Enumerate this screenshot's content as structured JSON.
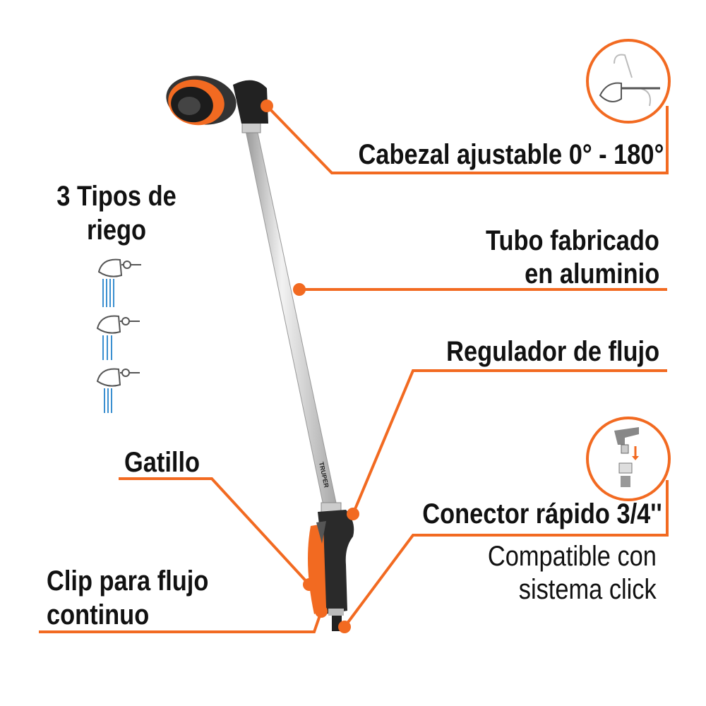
{
  "colors": {
    "accent": "#f26a21",
    "text": "#111111",
    "tube": "#c8c8c8",
    "body": "#2a2a2a"
  },
  "brand": "TRUPER",
  "features": {
    "head": "Cabezal ajustable 0° - 180°",
    "tube_line1": "Tubo fabricado",
    "tube_line2": "en aluminio",
    "regulator": "Regulador de flujo",
    "connector": "Conector rápido 3/4''",
    "connector_sub1": "Compatible con",
    "connector_sub2": "sistema click",
    "trigger": "Gatillo",
    "clip_line1": "Clip para flujo",
    "clip_line2": "continuo",
    "spray_line1": "3 Tipos de",
    "spray_line2": "riego"
  },
  "icons": [
    "adjustable-head-icon",
    "quick-connector-icon",
    "spray-jet-icon",
    "spray-shower-icon",
    "spray-mist-icon"
  ]
}
